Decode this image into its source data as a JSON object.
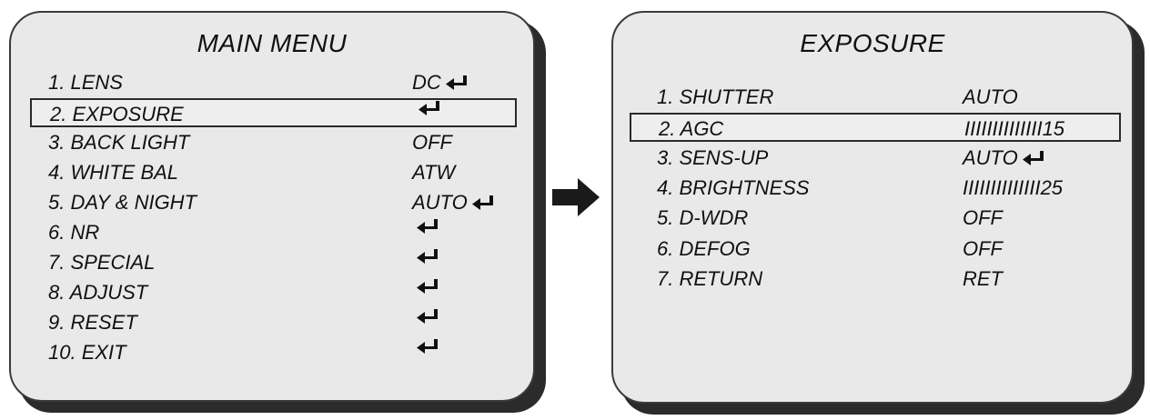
{
  "main_menu": {
    "title": "MAIN MENU",
    "items": [
      {
        "label": "1. LENS",
        "value": "DC",
        "enter": true
      },
      {
        "label": "2. EXPOSURE",
        "value": "",
        "enter": true,
        "selected": true
      },
      {
        "label": "3. BACK LIGHT",
        "value": "OFF",
        "enter": false
      },
      {
        "label": "4. WHITE BAL",
        "value": "ATW",
        "enter": false
      },
      {
        "label": "5. DAY & NIGHT",
        "value": "AUTO",
        "enter": true
      },
      {
        "label": "6. NR",
        "value": "",
        "enter": true
      },
      {
        "label": "7. SPECIAL",
        "value": "",
        "enter": true
      },
      {
        "label": "8. ADJUST",
        "value": "",
        "enter": true
      },
      {
        "label": "9. RESET",
        "value": "",
        "enter": true
      },
      {
        "label": "10. EXIT",
        "value": "",
        "enter": true
      }
    ]
  },
  "exposure_menu": {
    "title": "EXPOSURE",
    "items": [
      {
        "label": "1. SHUTTER",
        "value": "AUTO",
        "enter": false
      },
      {
        "label": "2. AGC",
        "value": "IIIIIIIIIIIIII15",
        "enter": false,
        "selected": true
      },
      {
        "label": "3. SENS-UP",
        "value": "AUTO",
        "enter": true
      },
      {
        "label": "4. BRIGHTNESS",
        "value": "IIIIIIIIIIIIII25",
        "enter": false
      },
      {
        "label": "5. D-WDR",
        "value": "OFF",
        "enter": false
      },
      {
        "label": "6. DEFOG",
        "value": "OFF",
        "enter": false
      },
      {
        "label": "7. RETURN",
        "value": "RET",
        "enter": false
      }
    ]
  },
  "icons": {
    "enter": "enter-return-icon",
    "transition": "right-arrow-icon"
  },
  "colors": {
    "panel": "#e9e9e9",
    "shadow": "#2b2b2b",
    "text": "#111111"
  }
}
